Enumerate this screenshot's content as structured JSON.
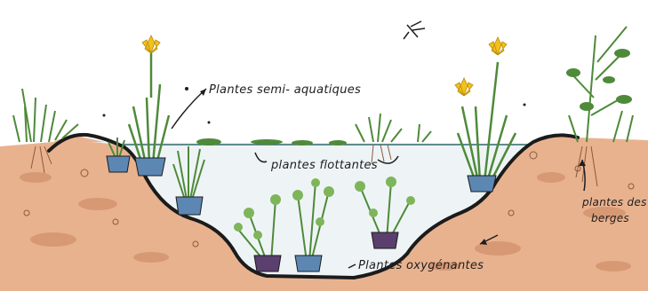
{
  "labels": {
    "semi_aquatic": "Plantes semi- aquatiques",
    "floating": "plantes flottantes",
    "oxygenating": "Plantes oxygénantes",
    "bank_line1": "plantes des",
    "bank_line2": "berges"
  },
  "colors": {
    "soil": "#e9b28f",
    "soil_dark": "#c9855f",
    "water": "#eef4f6",
    "liner": "#1b1b1b",
    "leaf": "#4e8a3a",
    "leaf_light": "#7fb55a",
    "iris": "#f2c21b",
    "pot": "#5d87b3",
    "pot_purple": "#5b3f6e",
    "ink": "#1e1e1e"
  },
  "icons": [
    "iris-flower-icon",
    "plant-pot-icon",
    "dragonfly-icon",
    "arrow-icon"
  ]
}
